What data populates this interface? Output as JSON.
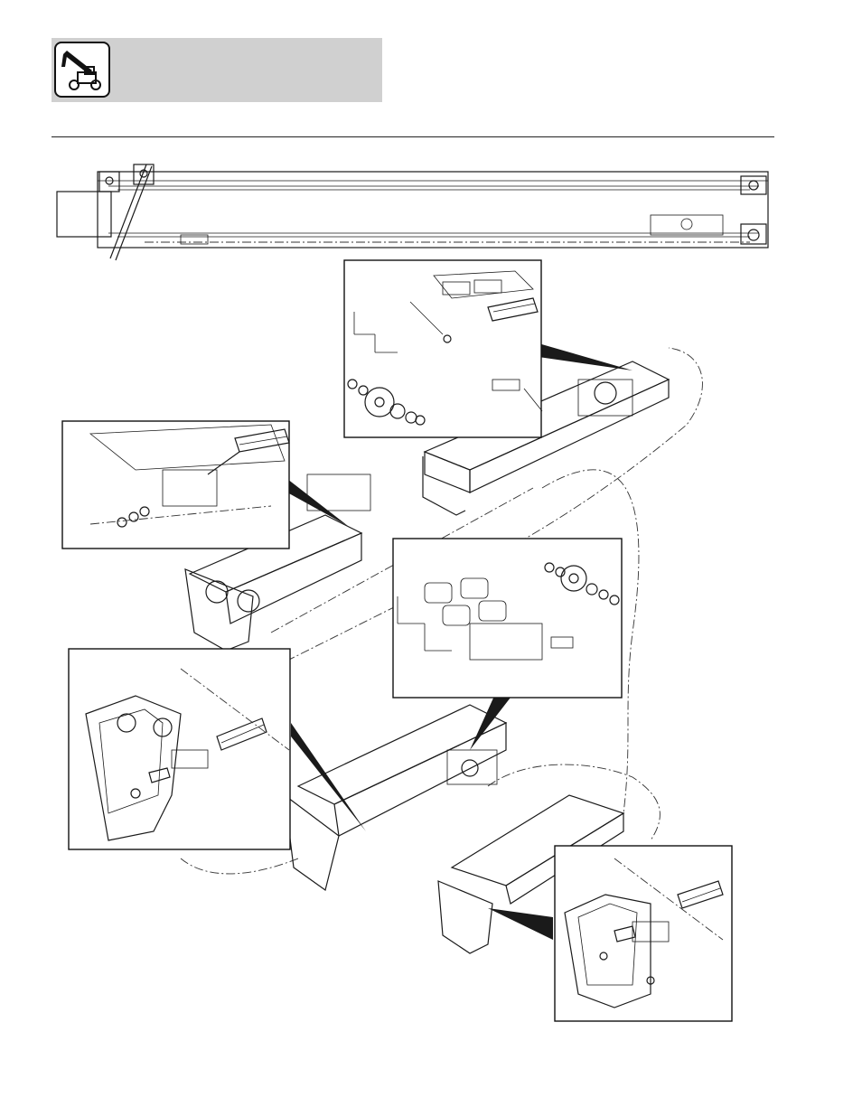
{
  "header": {
    "logo_icon": "telehandler-icon",
    "band_color": "#d0d0d0"
  },
  "diagram": {
    "type": "exploded-view",
    "boom_icon": "boom-assembly-side-view",
    "detail_views": [
      "detail-top-sheave",
      "detail-left-chain-anchor",
      "detail-middle-sheave",
      "detail-lower-left-chain-anchor",
      "detail-lower-right-chain-anchor"
    ]
  }
}
